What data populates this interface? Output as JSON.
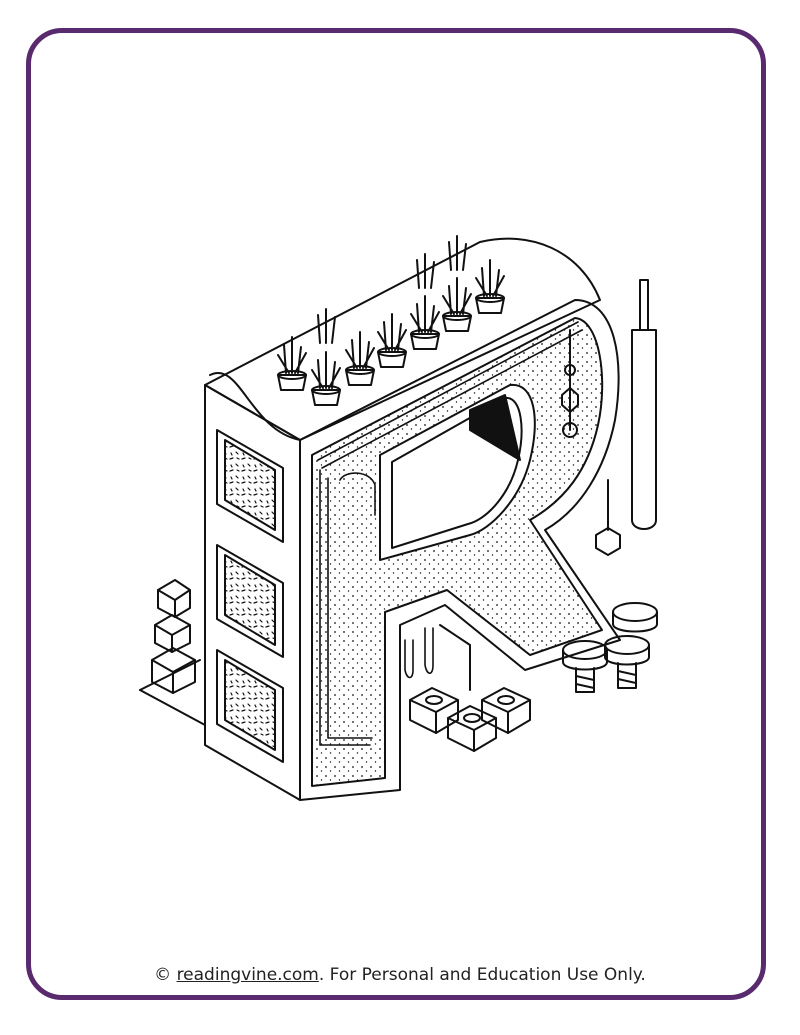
{
  "page": {
    "frame_color": "#5a2a6e",
    "subject": "letter-r-coloring-page"
  },
  "footer": {
    "prefix": "© ",
    "link_text": "readingvine.com",
    "suffix": ". For Personal and Education Use Only."
  }
}
